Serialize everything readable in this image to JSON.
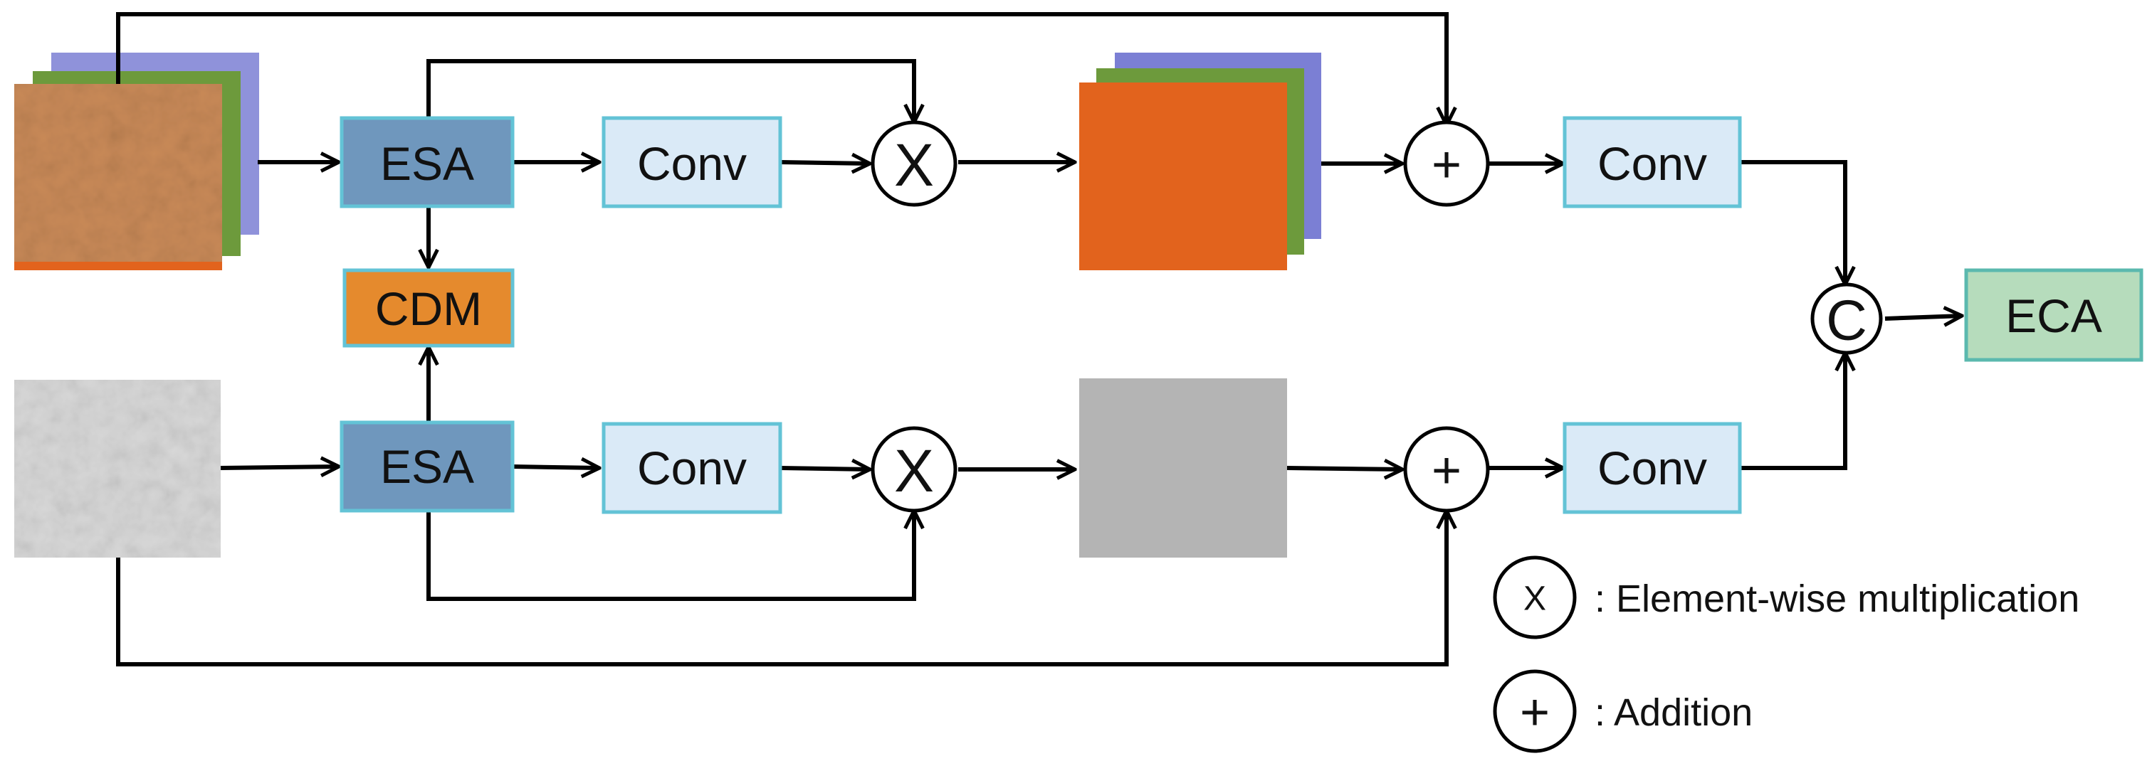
{
  "colors": {
    "esa_fill": "#6f97bd",
    "conv_fill": "#daeaf7",
    "conv_border": "#63c3d6",
    "cdm_fill": "#e58a2d",
    "eca_fill": "#b6dcbc",
    "eca_border": "#5bb9ae",
    "rgb_feature_orange": "#e2631d",
    "rgb_feature_green": "#6d9a3c",
    "rgb_feature_blue": "#7b7fd4",
    "gray_feature": "#b4b4b4"
  },
  "top_branch": {
    "esa": "ESA",
    "conv1": "Conv",
    "multiply": "X",
    "add": "+",
    "conv2": "Conv"
  },
  "middle": {
    "cdm": "CDM",
    "concat": "C",
    "eca": "ECA"
  },
  "bottom_branch": {
    "esa": "ESA",
    "conv1": "Conv",
    "multiply": "X",
    "add": "+",
    "conv2": "Conv"
  },
  "legend": {
    "multiply_symbol": "X",
    "multiply_text": ": Element-wise multiplication",
    "add_symbol": "+",
    "add_text": ": Addition"
  }
}
